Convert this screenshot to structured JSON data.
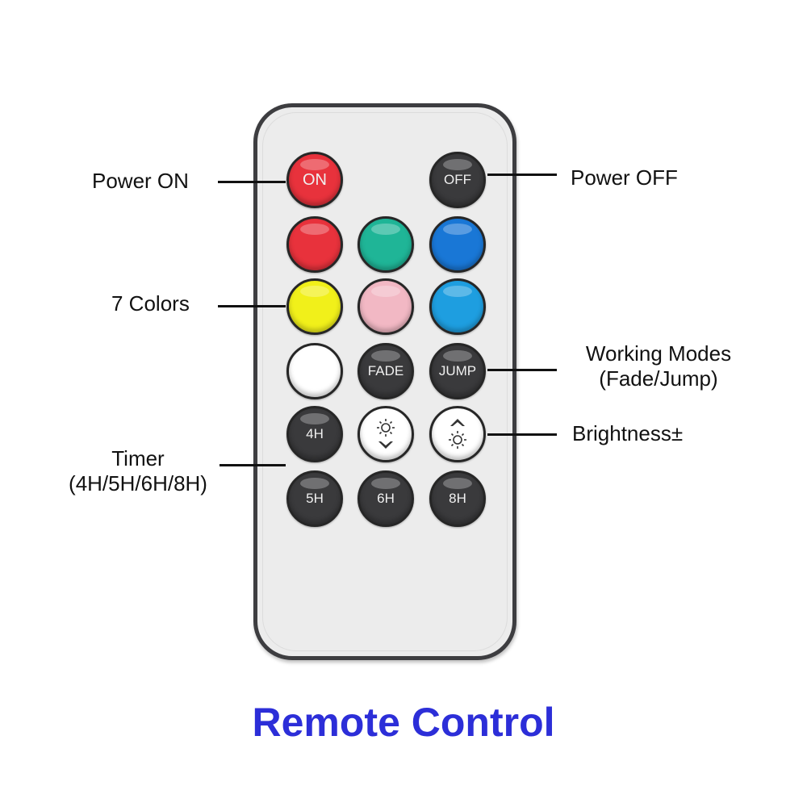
{
  "title": "Remote Control",
  "title_color": "#2c2ed8",
  "labels": {
    "power_on": "Power ON",
    "power_off": "Power OFF",
    "colors": "7 Colors",
    "working_modes_line1": "Working Modes",
    "working_modes_line2": "(Fade/Jump)",
    "brightness": "Brightness±",
    "timer_line1": "Timer",
    "timer_line2": "(4H/5H/6H/8H)"
  },
  "buttons": {
    "on": "ON",
    "off": "OFF",
    "fade": "FADE",
    "jump": "JUMP",
    "timer_4h": "4H",
    "timer_5h": "5H",
    "timer_6h": "6H",
    "timer_8h": "8H"
  },
  "color_buttons": [
    {
      "name": "red",
      "color": "#e8323c"
    },
    {
      "name": "teal",
      "color": "#1fb597"
    },
    {
      "name": "blue",
      "color": "#1977d6"
    },
    {
      "name": "yellow",
      "color": "#f1f01a"
    },
    {
      "name": "pink",
      "color": "#f2b8c4"
    },
    {
      "name": "sky-blue",
      "color": "#1e9ee0"
    },
    {
      "name": "white",
      "color": "#ffffff"
    }
  ],
  "on_button_color": "#e8323c",
  "icons": {
    "brightness_down": "sun-arrow-down-icon",
    "brightness_up": "sun-arrow-up-icon"
  }
}
